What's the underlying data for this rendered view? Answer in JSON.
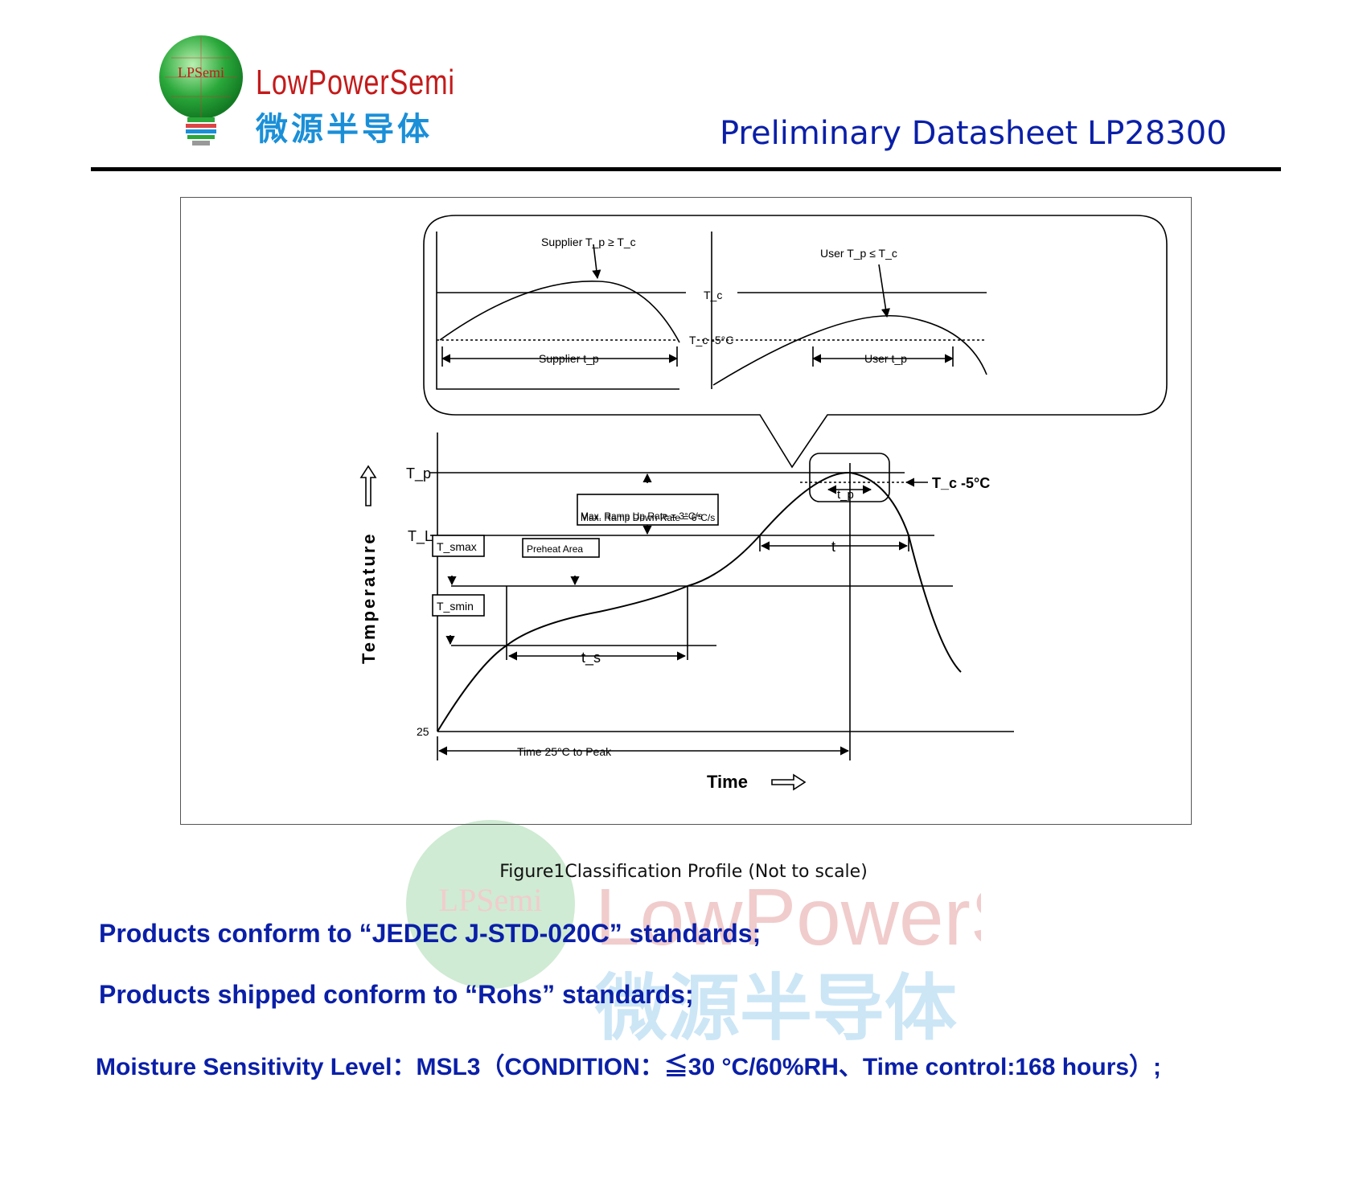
{
  "header": {
    "logo_badge": "LPSemi",
    "brand_en": "LowPowerSemi",
    "brand_cn": "微源半导体",
    "doc_title": "Preliminary Datasheet",
    "part_number": "LP28300"
  },
  "figure": {
    "inset_left_callout": "Supplier T_p ≥ T_c",
    "inset_right_callout": "User T_p ≤ T_c",
    "inset_tc": "T_c",
    "inset_tc5": "T_c -5°C",
    "inset_supplier_tp": "Supplier t_p",
    "inset_user_tp": "User t_p",
    "y_axis": "Temperature",
    "x_axis": "Time",
    "tp_label": "T_p",
    "tl_label": "T_L",
    "tsmax_label": "T_smax",
    "tsmin_label": "T_smin",
    "t25_label": "25",
    "ramp_up": "Max. Ramp Up Rate = 3°C/s",
    "ramp_down": "Max. Ramp Down Rate = 6°C/s",
    "preheat": "Preheat Area",
    "ts_label": "t_s",
    "t_label": "t",
    "tp_small": "t_p",
    "tc5_main": "T_c -5°C",
    "time_to_peak": "Time 25°C to Peak"
  },
  "caption": "Figure1Classification Profile (Not to scale)",
  "statements": {
    "line1": "Products conform to  “JEDEC J-STD-020C” standards;",
    "line2": "Products shipped conform to  “Rohs” standards;",
    "line3": "Moisture Sensitivity Level：MSL3（CONDITION：≦30 °C/60%RH、Time control:168 hours）;"
  },
  "colors": {
    "blue": "#0a1fa8",
    "brand_red": "#c41a1a",
    "brand_cyan": "#1a8fd8",
    "logo_green": "#2aa83a"
  }
}
